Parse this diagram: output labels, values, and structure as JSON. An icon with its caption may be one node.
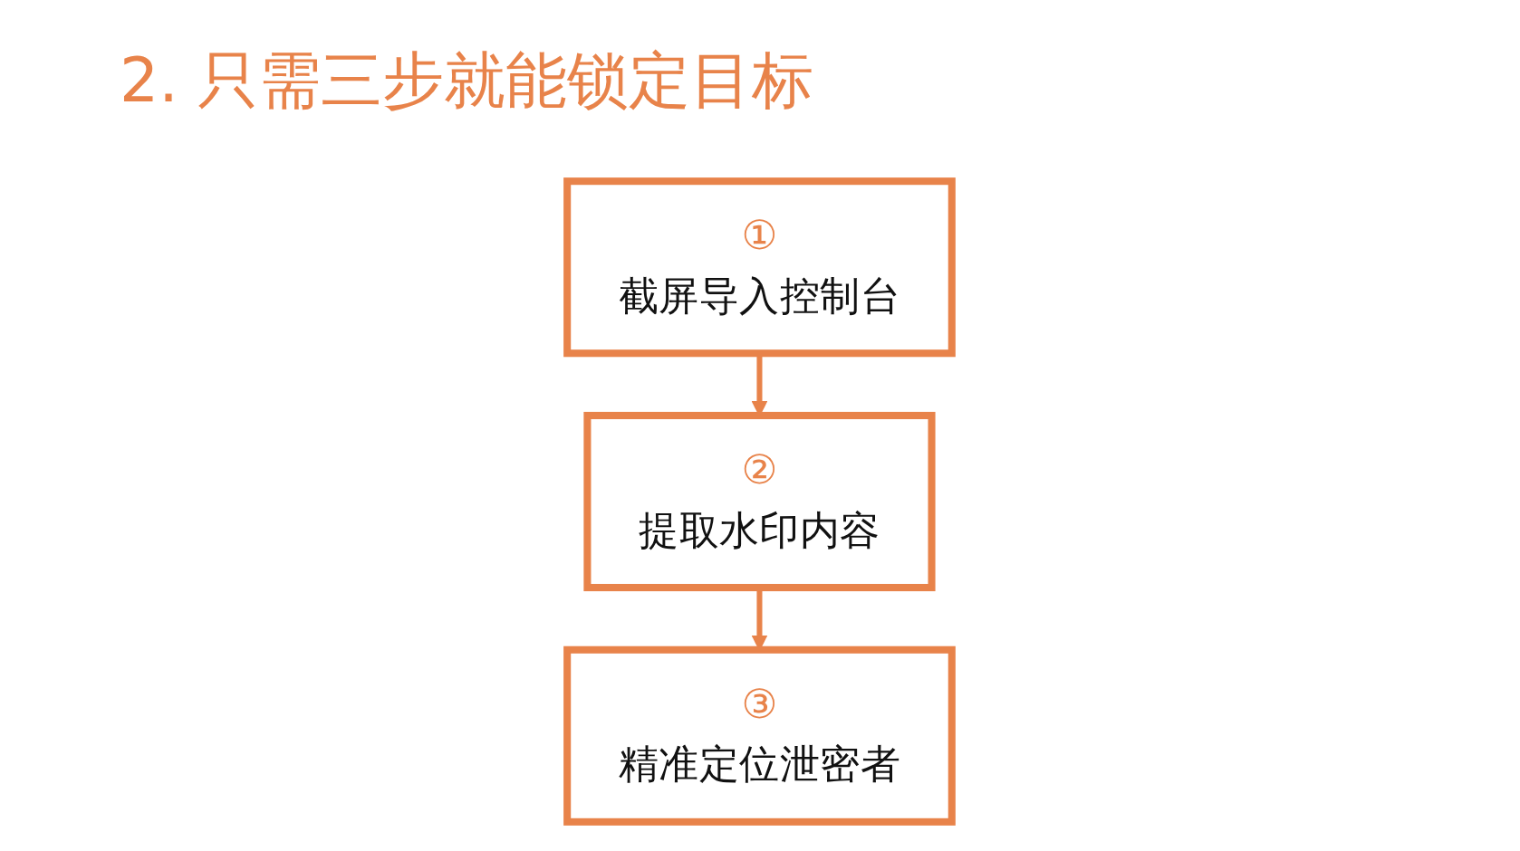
{
  "diagram": {
    "title": "2. 只需三步就能锁定目标",
    "nodes": [
      {
        "text": [
          "①",
          "截屏导入控制台"
        ]
      },
      {
        "text": [
          "②",
          "提取水印内容"
        ]
      },
      {
        "text": [
          "③",
          "精准定位泄密者"
        ]
      }
    ],
    "edges": [
      {
        "from": 0,
        "to": 1,
        "arrow": "to"
      },
      {
        "from": 1,
        "to": 2,
        "arrow": "to"
      }
    ]
  }
}
